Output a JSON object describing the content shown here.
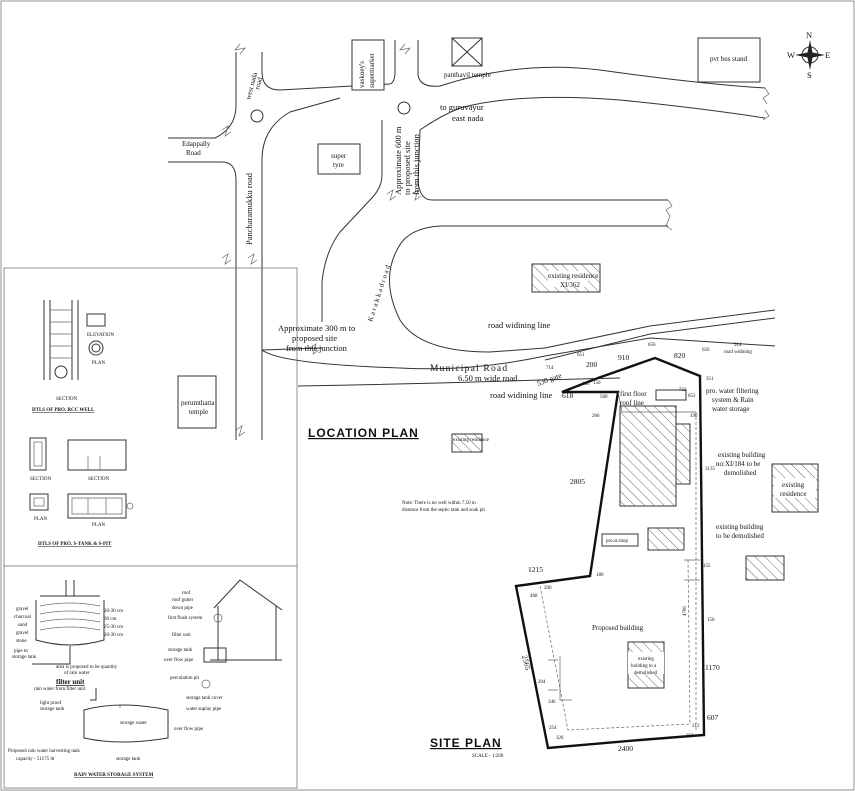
{
  "compass": {
    "n": "N",
    "s": "S",
    "e": "E",
    "w": "W"
  },
  "location_plan": {
    "title": "LOCATION PLAN",
    "vaskoey": [
      "vaskoey's",
      "supermarket"
    ],
    "panthayil": "panthayil temple",
    "pvt_bus": "pvt bus stand",
    "west_nada": [
      "west nada",
      "road"
    ],
    "guruvayur": [
      "to guruvayur",
      "east nada"
    ],
    "edappally": [
      "Edappally",
      "Road"
    ],
    "approx600": [
      "Approximate 600 m",
      "to proposed site",
      "from this junction"
    ],
    "super_tyre": [
      "super",
      "tyre"
    ],
    "panchamukku": "Pancharamukku road",
    "karakkad": "K a r a k k a d  r o a d",
    "existing_res_top": [
      "existing residence",
      "XI/362"
    ],
    "road_widining_1": "road widining line",
    "approx300": [
      "Approximate 300 m to",
      "proposed site",
      "from this junction"
    ],
    "municipal": [
      "Municipal Road",
      "6.50 m wide road"
    ],
    "road_widining_2": "road widining line",
    "road_widining_3": "road widining",
    "perumthatta": [
      "perumthatta",
      "temple"
    ],
    "small_box": "existing residence"
  },
  "site_plan": {
    "title": "SITE PLAN",
    "scale": "SCALE - 1:200",
    "note": [
      "Note: There is no well within 7.50 m",
      "distance from the septic tank and soak pit"
    ],
    "first_floor": [
      "first floor",
      "roof line"
    ],
    "water_filter": [
      "pro. water filtering",
      "system & Rain",
      "water storage"
    ],
    "existing_bldg_1": [
      "existing building",
      "no:XI/184 to be",
      "demolished"
    ],
    "existing_res_right": [
      "existing",
      "residence"
    ],
    "existing_bldg_2": [
      "existing building",
      "to be demolished"
    ],
    "pro_shop": "pro.st.shop",
    "proposed": "Proposed building",
    "existing_bldg_3": [
      "existing",
      "building to a",
      "demolished"
    ],
    "dims": {
      "d530": "530 gate",
      "d200a": "200",
      "d910": "910",
      "d820": "820",
      "d714": "714",
      "d651": "651",
      "d656a": "656",
      "d656b": "656",
      "d914": "914",
      "d351": "351",
      "d153": "153",
      "d150a": "150",
      "d500": "500",
      "d618": "618",
      "d732": "732",
      "d652": "652",
      "d266": "266",
      "d196": "196",
      "d3135": "3135",
      "d2805": "2805",
      "d1215": "1215",
      "d180": "180",
      "d155": "155",
      "d200b": "200",
      "d468": "468",
      "d4780": "4780",
      "d150b": "150",
      "d2565": "2565",
      "d1170": "1170",
      "d204": "204",
      "d346": "346",
      "d607": "607",
      "d254": "254",
      "d326": "326",
      "d212": "212",
      "d250": "250",
      "d2400": "2400"
    }
  },
  "well": {
    "elevation": "ELEVATION",
    "section": "SECTION",
    "plan": "PLAN",
    "title": "DTLS OF PRO. RCC WELL"
  },
  "tank": {
    "section1": "SECTION",
    "section2": "SECTION",
    "plan1": "PLAN",
    "plan2": "PLAN",
    "title": "DTLS OF PRO. S-TANK & S-PIT"
  },
  "filter": {
    "layers_left": [
      "gravel",
      "charcoal",
      "sand",
      "gravel",
      "stone"
    ],
    "layers_right": [
      "20-30 cm",
      "30 cm",
      "25-30 cm",
      "20-30 cm"
    ],
    "pipe": [
      "pipe to",
      "storage tank"
    ],
    "note": [
      "area is proposed to be quantity",
      "of rain water"
    ],
    "title": "filter unit",
    "rain_water": "rain water from filter unit",
    "light_proof": [
      "light proof",
      "storage tank"
    ],
    "storage_water": "storage water",
    "storage_tank_cover": "storage tank cover",
    "water_supply": "water suplay pipe",
    "over_flow": "over flow pipe",
    "storage_tank": "storage tank",
    "proposed": [
      "Proposed rain water harvesting tank",
      "capacity - 51175 ltr"
    ],
    "system_title": "RAIN WATER STORAGE SYSTEM"
  },
  "house": {
    "labels": [
      "roof",
      "roof gutter",
      "down pipe",
      "first flush system",
      "filter unit",
      "storage tank",
      "over flow pipe",
      "percolation pit"
    ]
  }
}
